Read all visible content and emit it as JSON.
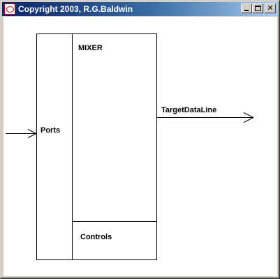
{
  "window": {
    "title": "Copyright 2003, R.G.Baldwin",
    "icon": "java-cup-icon",
    "buttons": {
      "minimize_icon": "minimize-icon",
      "maximize_icon": "maximize-icon",
      "close_icon": "close-icon",
      "close_glyph": "✕"
    }
  },
  "diagram": {
    "mixer_label": "MIXER",
    "ports_label": "Ports",
    "controls_label": "Controls",
    "target_label": "TargetDataLine"
  }
}
